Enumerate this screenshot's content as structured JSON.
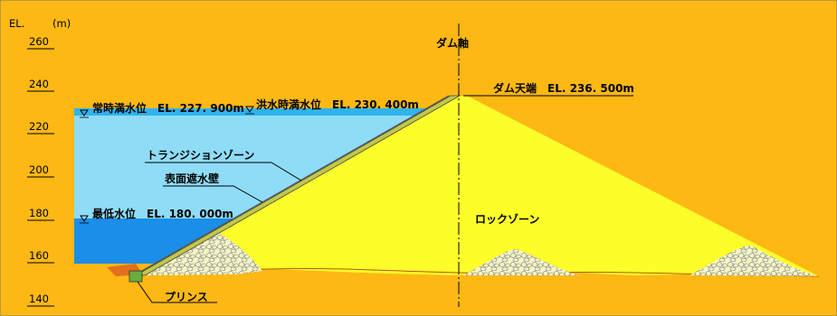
{
  "axis": {
    "title": "EL.",
    "unit": "(m)",
    "ticks": [
      "260",
      "240",
      "220",
      "200",
      "180",
      "160",
      "140"
    ]
  },
  "labels": {
    "dam_axis": "ダム軸",
    "normal_water": "常時満水位　EL. 227. 900m",
    "flood_water": "洪水時満水位　EL. 230. 400m",
    "crest": "ダム天端　EL. 236. 500m",
    "transition_zone": "トランジションゾーン",
    "face_slab": "表面遮水壁",
    "low_water": "最低水位　EL. 180. 000m",
    "rock_zone": "ロックゾーン",
    "plinth": "プリンス"
  },
  "colors": {
    "background": "#fdb813",
    "reservoir_upper": "#8fdcf7",
    "reservoir_lower": "#1a8ee8",
    "reservoir_top": "#2fb4ee",
    "rock_zone": "#fdfd2a",
    "transition": "#c2c84a",
    "foundation_line": "#b05a00"
  }
}
